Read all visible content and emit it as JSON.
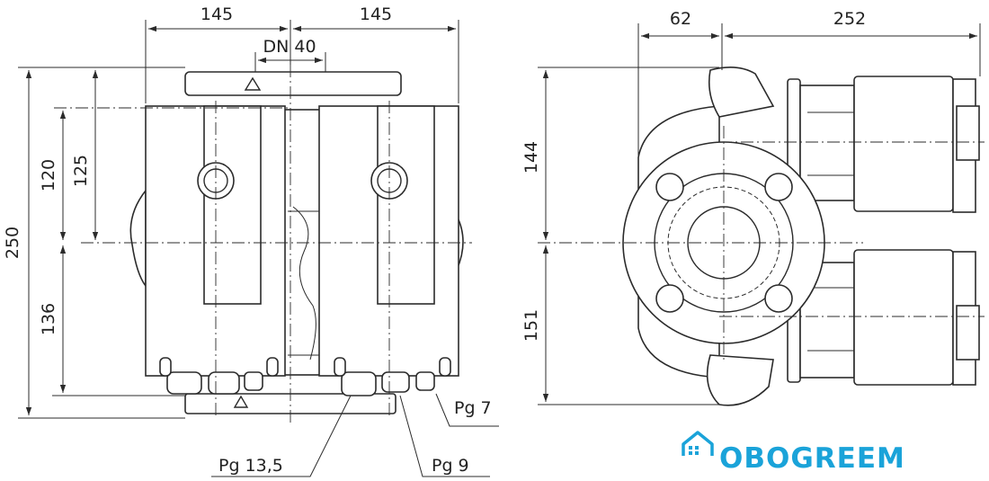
{
  "front_view": {
    "dims": {
      "top_left_width": "145",
      "top_right_width": "145",
      "flange": "DN 40",
      "height_120": "120",
      "height_125": "125",
      "height_250": "250",
      "height_136": "136"
    },
    "labels": {
      "pg7": "Pg 7",
      "pg13": "Pg 13,5",
      "pg9": "Pg 9"
    }
  },
  "side_view": {
    "dims": {
      "width_62": "62",
      "width_252": "252",
      "height_144": "144",
      "height_151": "151"
    }
  },
  "logo": {
    "text": "OBOGREEM",
    "color": "#1aa3d9"
  }
}
